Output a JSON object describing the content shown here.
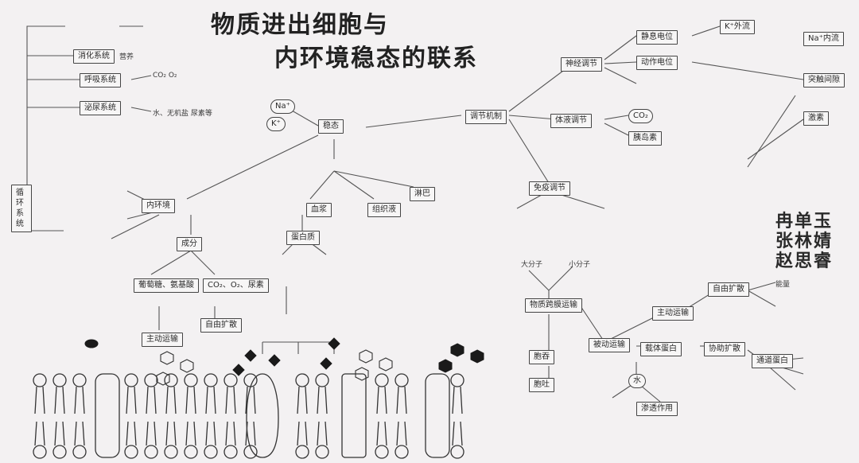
{
  "title": {
    "line1": "物质进出细胞与",
    "line2": "内环境稳态的联系"
  },
  "authors": [
    "冉单玉",
    "张林婧",
    "赵思睿"
  ],
  "left_column": {
    "root": "循环系统",
    "branches": [
      "消化系统",
      "呼吸系统",
      "泌尿系统"
    ],
    "annotations": [
      "营养",
      "CO₂ O₂",
      "水、无机盐 尿素等"
    ]
  },
  "center": {
    "homeostasis": "稳态",
    "internal_env": "内环境",
    "components": [
      "血浆",
      "组织液",
      "淋巴"
    ],
    "ion_notes": [
      "Na⁺",
      "K⁺"
    ],
    "composition": "成分",
    "comp_items": [
      "葡萄糖、氨基酸",
      "CO₂、O₂、尿素"
    ],
    "transport": [
      "主动运输",
      "自由扩散"
    ],
    "protein": "蛋白质"
  },
  "right_top": {
    "regulation": "调节机制",
    "nerve": "神经调节",
    "humoral": "体液调节",
    "immune": "免疫调节",
    "resting": "静息电位",
    "action": "动作电位",
    "notes": [
      "K⁺外流",
      "Na⁺内流",
      "突触间隙",
      "激素",
      "CO₂",
      "胰岛素"
    ]
  },
  "right_bottom": {
    "cross_membrane": "物质跨膜运输",
    "small_molecules": "小分子",
    "large_molecules": "大分子",
    "passive": "被动运输",
    "active": "主动运输",
    "free_diffusion": "自由扩散",
    "facilitated": "协助扩散",
    "endocytosis": "胞吞",
    "exocytosis": "胞吐",
    "carrier": "载体蛋白",
    "channel": "通道蛋白",
    "water": "水",
    "energy": "能量",
    "osmosis": "渗透作用"
  },
  "colors": {
    "ink": "#2b2b2b",
    "paper": "#f3f1f2",
    "lines": "#555555"
  }
}
